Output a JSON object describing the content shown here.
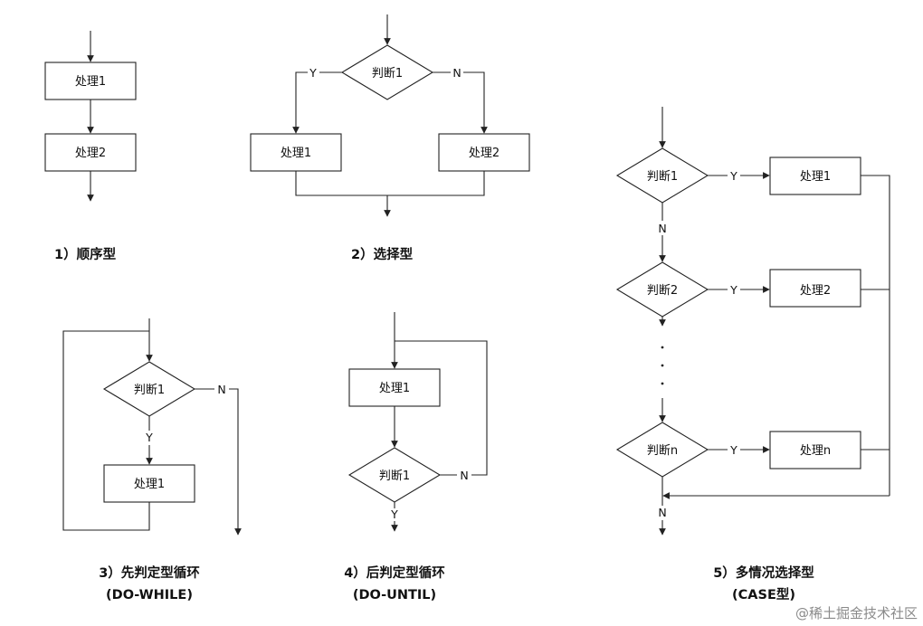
{
  "nodes": {
    "seq_p1": "处理1",
    "seq_p2": "处理2",
    "sel_judge": "判断1",
    "sel_p1": "处理1",
    "sel_p2": "处理2",
    "dw_judge": "判断1",
    "dw_p1": "处理1",
    "du_p1": "处理1",
    "du_judge": "判断1",
    "case_j1": "判断1",
    "case_j2": "判断2",
    "case_jn": "判断n",
    "case_p1": "处理1",
    "case_p2": "处理2",
    "case_pn": "处理n"
  },
  "edge_labels": {
    "sel_y": "Y",
    "sel_n": "N",
    "dw_n": "N",
    "dw_y": "Y",
    "du_n": "N",
    "du_y": "Y",
    "case_y1": "Y",
    "case_n1": "N",
    "case_y2": "Y",
    "case_yn": "Y",
    "case_n_end": "N"
  },
  "captions": {
    "seq": "1）顺序型",
    "sel": "2）选择型",
    "dw_line1": "3）先判定型循环",
    "dw_line2": "(DO-WHILE)",
    "du_line1": "4）后判定型循环",
    "du_line2": "(DO-UNTIL)",
    "case_line1": "5）多情况选择型",
    "case_line2": "(CASE型)"
  },
  "watermark": "@稀土掘金技术社区"
}
